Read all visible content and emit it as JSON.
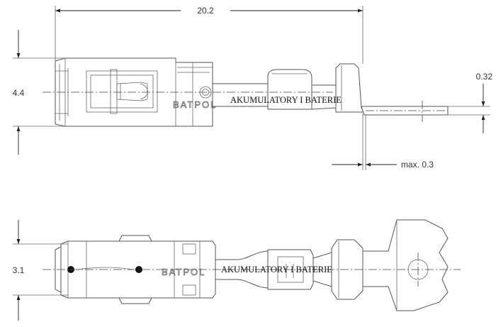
{
  "dimensions": {
    "overall_length": "20.2",
    "top_height": "4.4",
    "thickness": "0.32",
    "tolerance": "max. 0.3",
    "bottom_height": "3.1"
  },
  "watermark": {
    "brand": "BATPOL",
    "text": "AKUMULATORY I BATERIE"
  },
  "colors": {
    "line": "#555555",
    "dimension": "#222222",
    "background": "#ffffff"
  }
}
